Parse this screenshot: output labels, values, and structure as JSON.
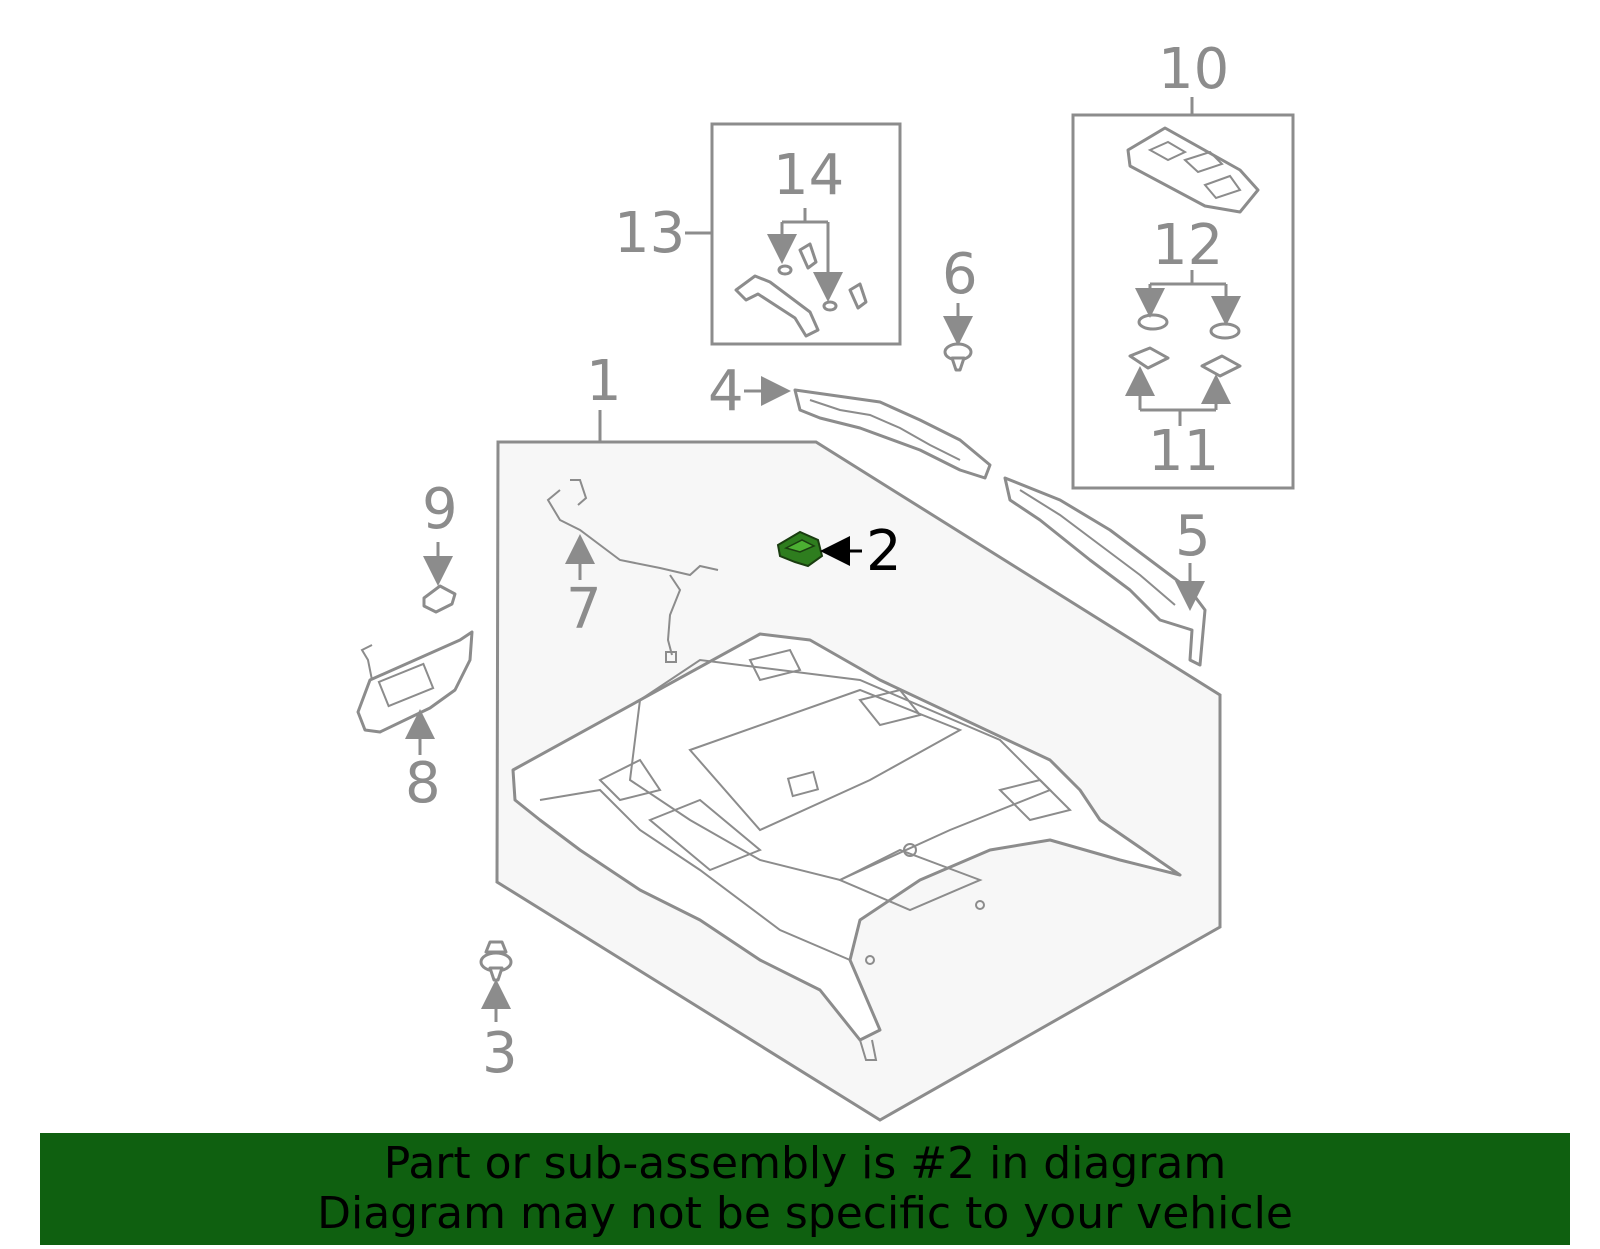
{
  "callouts": {
    "c1": "1",
    "c2": "2",
    "c3": "3",
    "c4": "4",
    "c5": "5",
    "c6": "6",
    "c7": "7",
    "c8": "8",
    "c9": "9",
    "c10": "10",
    "c11": "11",
    "c12": "12",
    "c13": "13",
    "c14": "14"
  },
  "highlighted_part": "2",
  "colors": {
    "line": "#8c8c8c",
    "highlight_part": "#2e7d1e",
    "banner_bg": "#0f6010",
    "banner_text": "#000000"
  },
  "banner": {
    "line1": "Part or sub-assembly is #2 in diagram",
    "line2": "Diagram may not be specific to your vehicle"
  }
}
